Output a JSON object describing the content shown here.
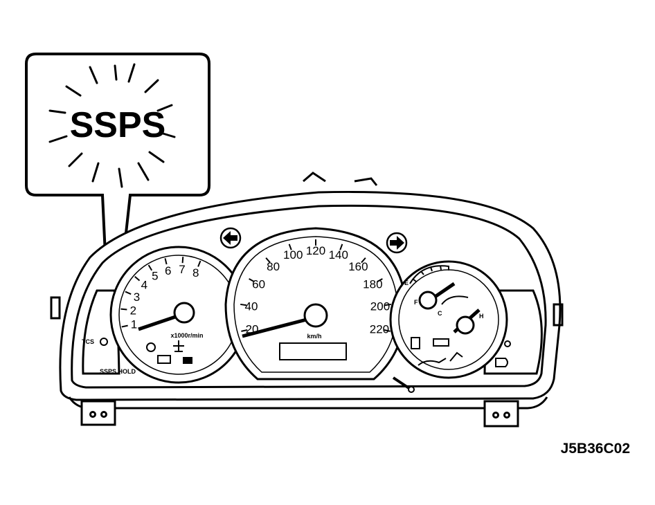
{
  "callout": {
    "text": "SSPS"
  },
  "tachometer": {
    "ticks": [
      "1",
      "2",
      "3",
      "4",
      "5",
      "6",
      "7",
      "8"
    ],
    "unit": "x1000r/min"
  },
  "speedometer": {
    "ticks": [
      "20",
      "40",
      "60",
      "80",
      "100",
      "120",
      "140",
      "160",
      "180",
      "200",
      "220"
    ],
    "unit": "km/h"
  },
  "fuel_gauge": {
    "full": "F",
    "empty": "E"
  },
  "temp_gauge": {
    "hot": "H",
    "cold": "C"
  },
  "indicators": {
    "tcs": "TCS",
    "ssps_hold": "SSPS HOLD"
  },
  "figure_code": "J5B36C02"
}
